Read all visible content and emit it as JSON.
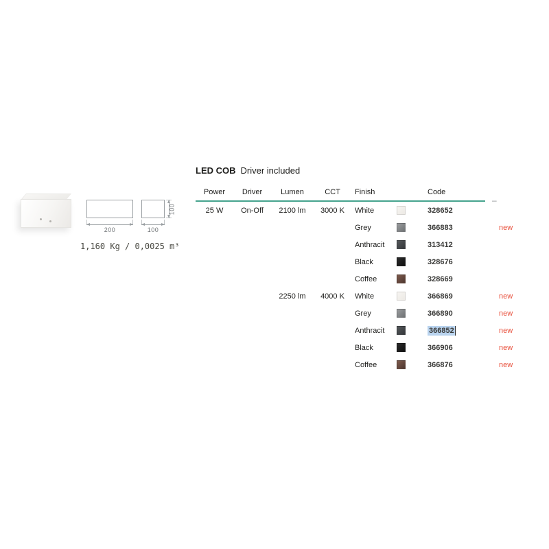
{
  "page": {
    "title": "LED COB",
    "subtitle": "Driver included",
    "weight_volume": "1,160 Kg / 0,0025 m³",
    "dash": "–"
  },
  "drawing": {
    "width_label": "200",
    "depth_label": "100",
    "height_label": "100"
  },
  "colors": {
    "rule": "#45a38e",
    "new": "#e8503c",
    "selection": "#b9d3ee"
  },
  "table": {
    "headers": {
      "power": "Power",
      "driver": "Driver",
      "lumen": "Lumen",
      "cct": "CCT",
      "finish": "Finish",
      "code": "Code"
    },
    "rows": [
      {
        "power": "25 W",
        "driver": "On-Off",
        "lumen": "2100 lm",
        "cct": "3000 K",
        "finish": "White",
        "code": "328652",
        "new": "",
        "swatch_from": "#f7f5f2",
        "swatch_to": "#ece9e4",
        "selected": false
      },
      {
        "power": "",
        "driver": "",
        "lumen": "",
        "cct": "",
        "finish": "Grey",
        "code": "366883",
        "new": "new",
        "swatch_from": "#9a9c9e",
        "swatch_to": "#6f7274",
        "selected": false
      },
      {
        "power": "",
        "driver": "",
        "lumen": "",
        "cct": "",
        "finish": "Anthracit",
        "code": "313412",
        "new": "",
        "swatch_from": "#54575a",
        "swatch_to": "#35383b",
        "selected": false
      },
      {
        "power": "",
        "driver": "",
        "lumen": "",
        "cct": "",
        "finish": "Black",
        "code": "328676",
        "new": "",
        "swatch_from": "#2a2a2a",
        "swatch_to": "#101010",
        "selected": false
      },
      {
        "power": "",
        "driver": "",
        "lumen": "",
        "cct": "",
        "finish": "Coffee",
        "code": "328669",
        "new": "",
        "swatch_from": "#7d5a4c",
        "swatch_to": "#4e3730",
        "selected": false
      },
      {
        "power": "",
        "driver": "",
        "lumen": "2250 lm",
        "cct": "4000 K",
        "finish": "White",
        "code": "366869",
        "new": "new",
        "swatch_from": "#f7f5f2",
        "swatch_to": "#ece9e4",
        "selected": false
      },
      {
        "power": "",
        "driver": "",
        "lumen": "",
        "cct": "",
        "finish": "Grey",
        "code": "366890",
        "new": "new",
        "swatch_from": "#9a9c9e",
        "swatch_to": "#6f7274",
        "selected": false
      },
      {
        "power": "",
        "driver": "",
        "lumen": "",
        "cct": "",
        "finish": "Anthracit",
        "code": "366852",
        "new": "new",
        "swatch_from": "#54575a",
        "swatch_to": "#35383b",
        "selected": true
      },
      {
        "power": "",
        "driver": "",
        "lumen": "",
        "cct": "",
        "finish": "Black",
        "code": "366906",
        "new": "new",
        "swatch_from": "#2a2a2a",
        "swatch_to": "#101010",
        "selected": false
      },
      {
        "power": "",
        "driver": "",
        "lumen": "",
        "cct": "",
        "finish": "Coffee",
        "code": "366876",
        "new": "new",
        "swatch_from": "#7d5a4c",
        "swatch_to": "#4e3730",
        "selected": false
      }
    ]
  }
}
